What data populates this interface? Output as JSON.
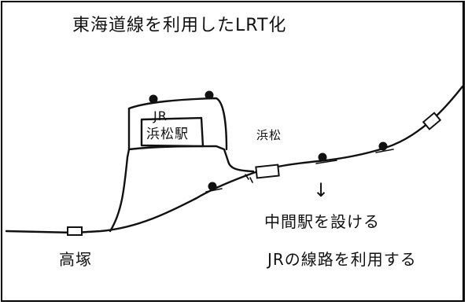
{
  "diagram": {
    "title": "東海道線を利用したLRT化",
    "labels": {
      "jr_station_line1": "JR",
      "jr_station_line2": "浜松駅",
      "hamamatsu": "浜松",
      "takatsuka": "高塚",
      "arrow": "↓",
      "note_line1": "中間駅を設ける",
      "note_line2": "JRの線路を利用する"
    },
    "colors": {
      "ink": "#111111",
      "paper": "#ffffff",
      "frame": "#000000"
    },
    "icon_names": [
      "station-box-icon",
      "stop-marker-icon"
    ]
  }
}
